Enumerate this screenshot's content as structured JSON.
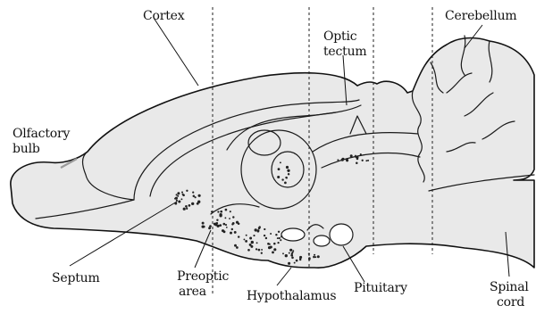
{
  "diagram": {
    "labels": {
      "cortex": "Cortex",
      "optic_tectum_line1": "Optic",
      "optic_tectum_line2": "tectum",
      "cerebellum": "Cerebellum",
      "olfactory_bulb_line1": "Olfactory",
      "olfactory_bulb_line2": "bulb",
      "septum": "Septum",
      "preoptic_area_line1": "Preoptic",
      "preoptic_area_line2": "area",
      "hypothalamus": "Hypothalamus",
      "pituitary": "Pituitary",
      "spinal_cord_line1": "Spinal",
      "spinal_cord_line2": "cord"
    }
  }
}
